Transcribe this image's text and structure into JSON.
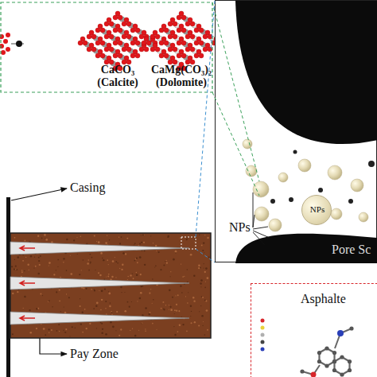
{
  "diagram": {
    "nodes": [
      {
        "text": [
          "Pore Sc"
        ]
      },
      {
        "text": [
          "NPs"
        ],
        "in": 0
      },
      {
        "text": [
          "Asphalte"
        ]
      }
    ],
    "labels": [
      "CaCO₃",
      "(Calcite)",
      "CaMg(CO₃)₂",
      "(Dolomite)",
      "NPs",
      "Casing",
      "Pay Zone"
    ]
  }
}
